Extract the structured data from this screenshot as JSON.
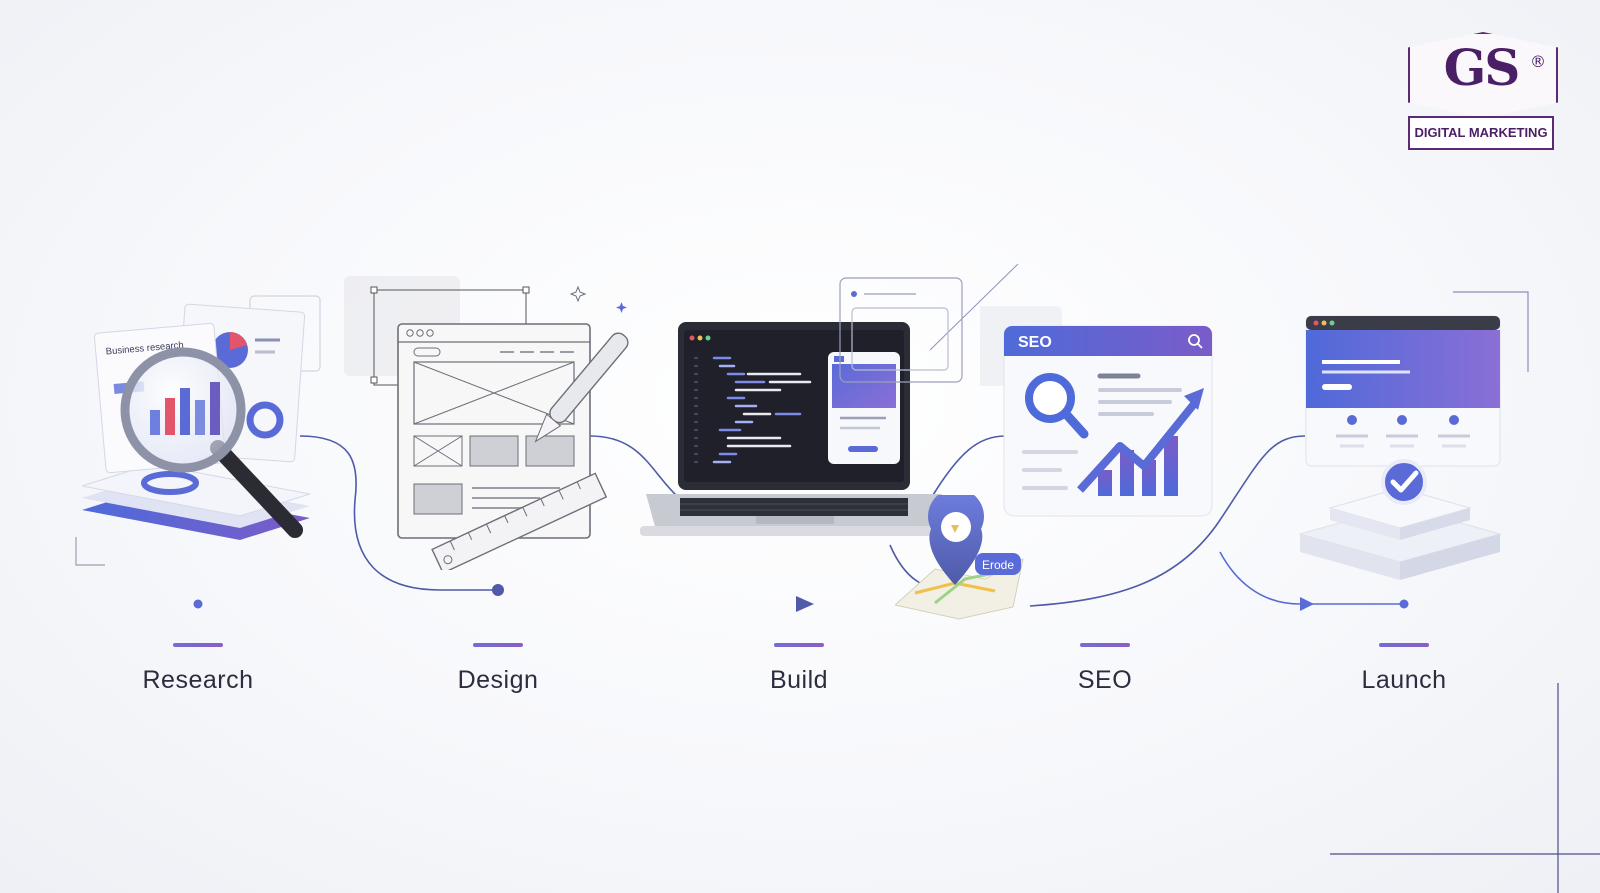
{
  "brand": {
    "letters": "GS",
    "registered": "®",
    "tagline": "DIGITAL MARKETING"
  },
  "steps": [
    {
      "label": "Research",
      "icon": "magnifier-research-icon"
    },
    {
      "label": "Design",
      "icon": "wireframe-design-icon"
    },
    {
      "label": "Build",
      "icon": "laptop-code-icon"
    },
    {
      "label": "SEO",
      "icon": "seo-growth-icon"
    },
    {
      "label": "Launch",
      "icon": "launch-check-icon"
    }
  ],
  "illustrations": {
    "research_card_title": "Business research",
    "seo_card_title": "SEO",
    "map_pin_label": "Erode"
  },
  "colors": {
    "accent_blue": "#5a6bd8",
    "accent_purple": "#7b5cc8",
    "brand_purple": "#4a1f66",
    "text_dark": "#2c2e40"
  }
}
